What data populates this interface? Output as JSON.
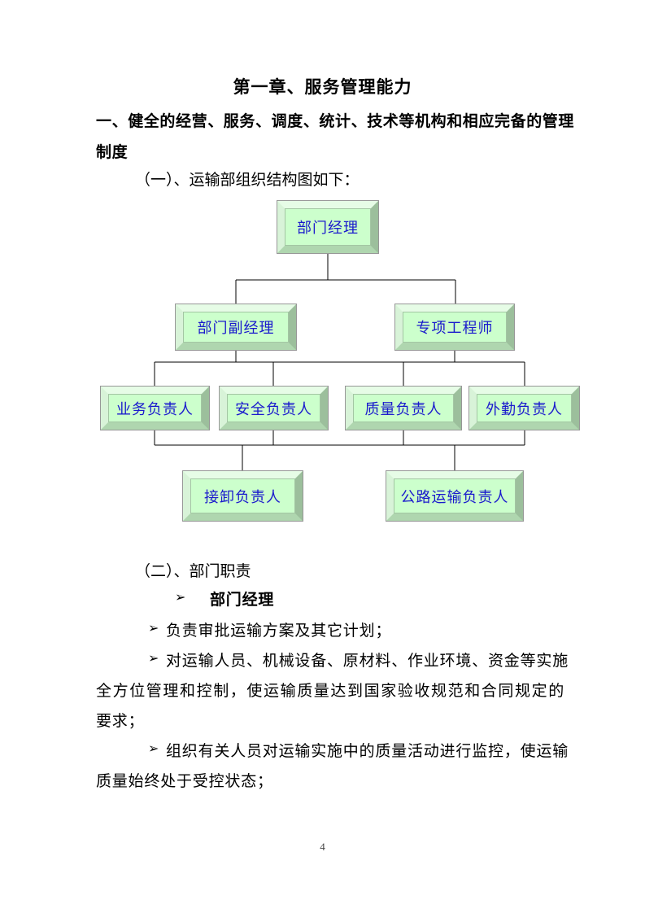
{
  "document": {
    "chapter_title": "第一章、服务管理能力",
    "section_heading_line1": "一、健全的经营、服务、调度、统计、技术等机构和相应完备的管理",
    "section_heading_line2": "制度",
    "subsection1_label": "（一）、运输部组织结构图如下：",
    "subsection2_label": "（二）、部门职责",
    "page_number": "4"
  },
  "org_chart": {
    "box_fill_color": "#ccffcc",
    "box_text_color": "#1a1acd",
    "connector_color": "#000000",
    "nodes": [
      {
        "label": "部门经理",
        "level": 1
      },
      {
        "label": "部门副经理",
        "level": 2
      },
      {
        "label": "专项工程师",
        "level": 2
      },
      {
        "label": "业务负责人",
        "level": 3
      },
      {
        "label": "安全负责人",
        "level": 3
      },
      {
        "label": "质量负责人",
        "level": 3
      },
      {
        "label": "外勤负责人",
        "level": 3
      },
      {
        "label": "接卸负责人",
        "level": 4
      },
      {
        "label": "公路运输负责人",
        "level": 4
      }
    ]
  },
  "responsibilities": {
    "bullet_glyph": "➢",
    "role_heading": "部门经理",
    "items": [
      {
        "lines": [
          "负责审批运输方案及其它计划；"
        ]
      },
      {
        "lines": [
          "对运输人员、机械设备、原材料、作业环境、资金等实施",
          "全方位管理和控制，使运输质量达到国家验收规范和合同规定的",
          "要求；"
        ]
      },
      {
        "lines": [
          "组织有关人员对运输实施中的质量活动进行监控，使运输",
          "质量始终处于受控状态；"
        ]
      }
    ]
  }
}
